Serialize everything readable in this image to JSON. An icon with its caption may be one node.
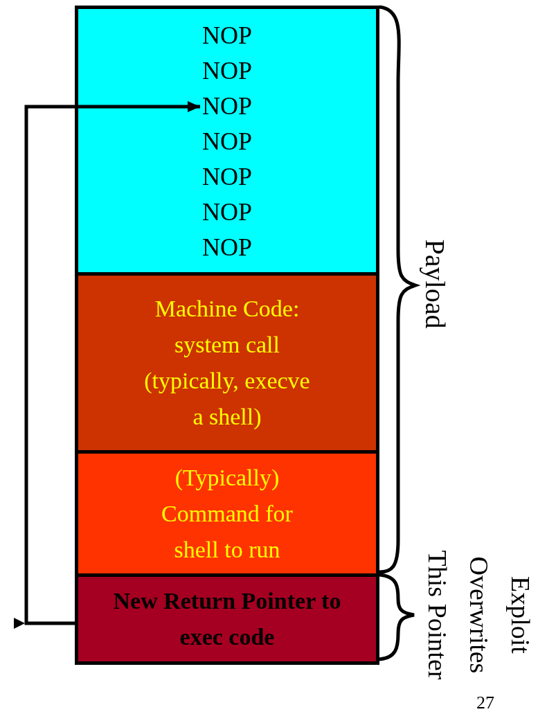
{
  "diagram": {
    "nodes": [
      {
        "text": [],
        "shape": "box"
      },
      {
        "text": [
          "NOP"
        ],
        "in": 0
      },
      {
        "text": [
          "NOP"
        ],
        "in": 0
      },
      {
        "text": [
          "NOP"
        ],
        "in": 0
      },
      {
        "text": [
          "NOP"
        ],
        "in": 0
      },
      {
        "text": [
          "NOP"
        ],
        "in": 0
      },
      {
        "text": [
          "NOP"
        ],
        "in": 0
      },
      {
        "text": [
          "NOP"
        ],
        "in": 0
      },
      {
        "text": [
          "Machine Code: system call (typically, execve a shell)"
        ]
      },
      {
        "text": [
          "(Typically) Command for shell to run"
        ]
      },
      {
        "text": [
          "New Return Pointer to exec code"
        ]
      }
    ],
    "edges": [
      {
        "from": 10,
        "to": 3,
        "arrow": "to"
      }
    ],
    "labels": [
      "Payload",
      "Exploit Overwrites This Pointer",
      "27"
    ]
  }
}
